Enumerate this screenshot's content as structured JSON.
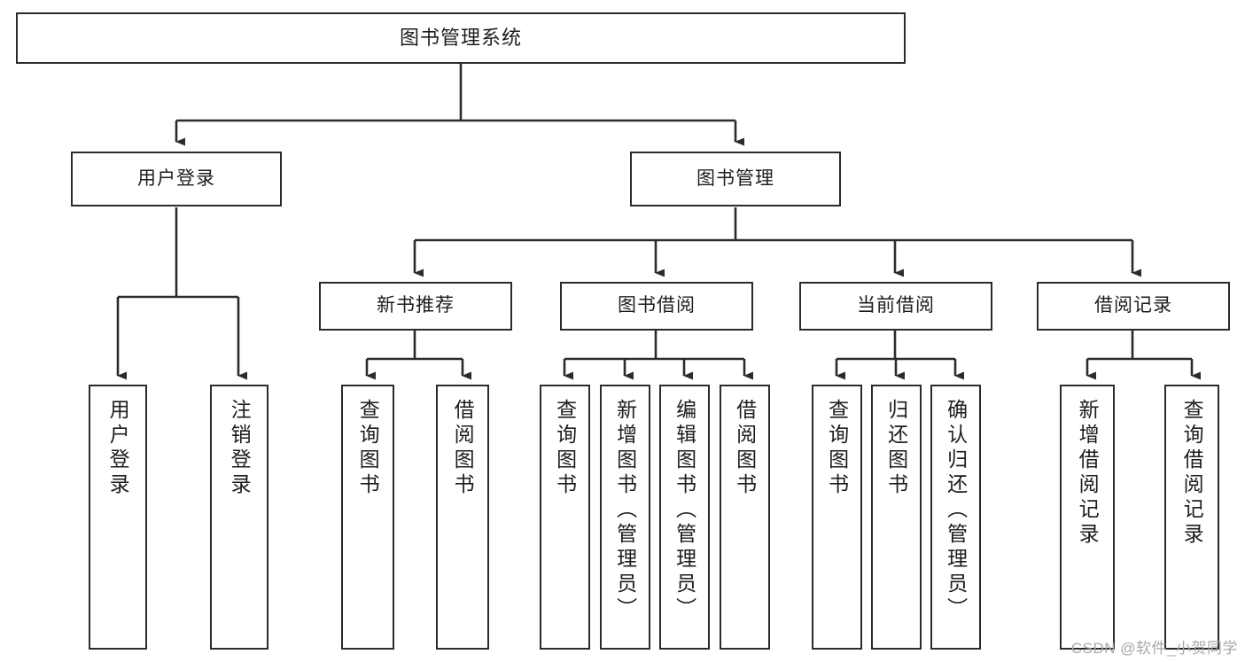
{
  "diagram": {
    "title": "图书管理系统",
    "type": "tree",
    "watermark": "CSDN @软件_小贺同学",
    "colors": {
      "background": "#ffffff",
      "box_border": "#2b2b2b",
      "box_fill": "#ffffff",
      "text": "#1d1d1d",
      "edge": "#2b2b2b",
      "watermark": "#a8a8a8"
    },
    "nodes": {
      "root": {
        "label": "图书管理系统"
      },
      "level2": [
        {
          "id": "user-login",
          "label": "用户登录"
        },
        {
          "id": "book-manage",
          "label": "图书管理"
        }
      ],
      "level3": [
        {
          "id": "new-book-rec",
          "label": "新书推荐"
        },
        {
          "id": "book-borrow",
          "label": "图书借阅"
        },
        {
          "id": "current-borrow",
          "label": "当前借阅"
        },
        {
          "id": "borrow-record",
          "label": "借阅记录"
        }
      ],
      "leaves": [
        {
          "id": "leaf-user-login",
          "label": "用户登录",
          "parent": "user-login"
        },
        {
          "id": "leaf-logout-login",
          "label": "注销登录",
          "parent": "user-login"
        },
        {
          "id": "leaf-query-book-1",
          "label": "查询图书",
          "parent": "new-book-rec"
        },
        {
          "id": "leaf-borrow-book-1",
          "label": "借阅图书",
          "parent": "new-book-rec"
        },
        {
          "id": "leaf-query-book-2",
          "label": "查询图书",
          "parent": "book-borrow"
        },
        {
          "id": "leaf-add-book",
          "label": "新增图书（管理员）",
          "parent": "book-borrow"
        },
        {
          "id": "leaf-edit-book",
          "label": "编辑图书（管理员）",
          "parent": "book-borrow"
        },
        {
          "id": "leaf-borrow-book-2",
          "label": "借阅图书",
          "parent": "book-borrow"
        },
        {
          "id": "leaf-query-book-3",
          "label": "查询图书",
          "parent": "current-borrow"
        },
        {
          "id": "leaf-return-book",
          "label": "归还图书",
          "parent": "current-borrow"
        },
        {
          "id": "leaf-confirm-return",
          "label": "确认归还（管理员）",
          "parent": "current-borrow"
        },
        {
          "id": "leaf-add-record",
          "label": "新增借阅记录",
          "parent": "borrow-record"
        },
        {
          "id": "leaf-query-record",
          "label": "查询借阅记录",
          "parent": "borrow-record"
        }
      ]
    }
  }
}
